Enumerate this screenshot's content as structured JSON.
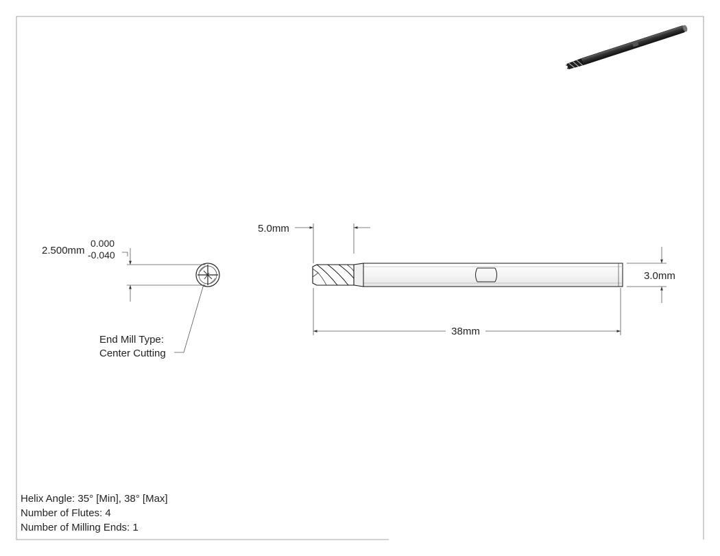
{
  "dimensions": {
    "diameter_value": "2.500mm",
    "tolerance_upper": "0.000",
    "tolerance_lower": "-0.040",
    "cut_length": "5.0mm",
    "shank_diameter": "3.0mm",
    "overall_length": "38mm"
  },
  "callout": {
    "line1": "End Mill Type:",
    "line2": "Center Cutting"
  },
  "notes": [
    "Helix Angle: 35° [Min], 38° [Max]",
    "Number of Flutes: 4",
    "Number of Milling Ends: 1"
  ],
  "colors": {
    "line": "#555555",
    "part_fill": "#f2f2f2",
    "iso_body": "#2b2b2b"
  }
}
